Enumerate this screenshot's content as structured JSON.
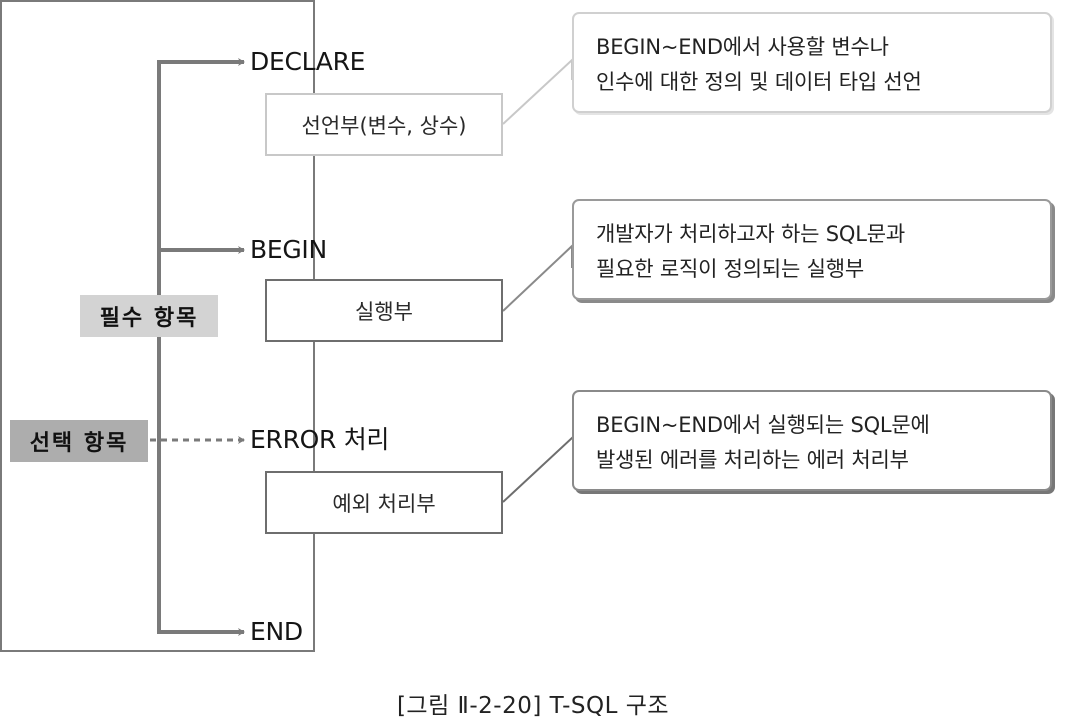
{
  "diagram": {
    "title": "T-SQL 구조",
    "caption": "[그림 Ⅱ-2-20] T-SQL 구조",
    "sections": [
      {
        "keyword": "DECLARE",
        "block": "선언부(변수, 상수)",
        "required": true,
        "callout": [
          "BEGIN~END에서 사용할 변수나",
          "인수에 대한 정의 및 데이터 타입 선언"
        ]
      },
      {
        "keyword": "BEGIN",
        "block": "실행부",
        "required": true,
        "callout": [
          "개발자가 처리하고자 하는 SQL문과",
          "필요한 로직이 정의되는 실행부"
        ]
      },
      {
        "keyword": "ERROR 처리",
        "block": "예외 처리부",
        "required": false,
        "callout": [
          "BEGIN~END에서 실행되는 SQL문에",
          "발생된 에러를 처리하는 에러 처리부"
        ]
      },
      {
        "keyword": "END",
        "required": true
      }
    ],
    "legend": {
      "required_label": "필수 항목",
      "optional_label": "선택 항목"
    },
    "colors": {
      "line": "#7a7a7a",
      "required_badge": "#d3d3d3",
      "optional_badge": "#adadad"
    }
  }
}
